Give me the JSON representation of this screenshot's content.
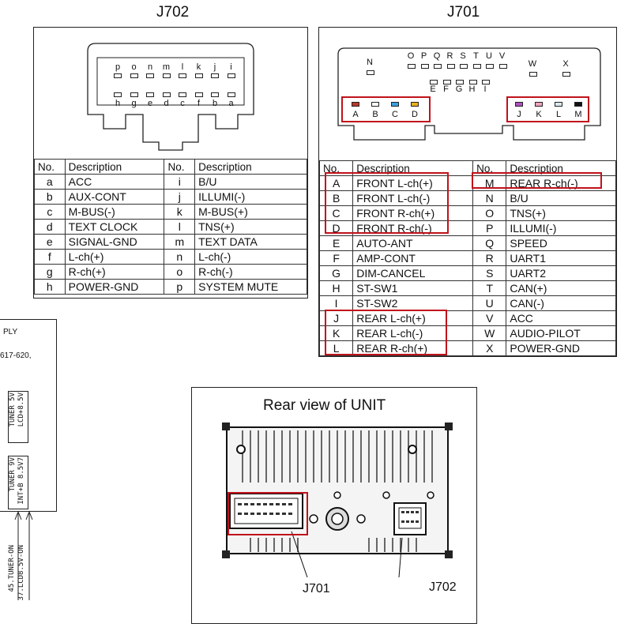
{
  "j702": {
    "title": "J702",
    "pins_top": [
      "p",
      "o",
      "n",
      "m",
      "l",
      "k",
      "j",
      "i"
    ],
    "pins_bottom": [
      "h",
      "g",
      "e",
      "d",
      "c",
      "f",
      "b",
      "a"
    ],
    "headers": [
      "No.",
      "Description",
      "No.",
      "Description"
    ],
    "rows": [
      [
        "a",
        "ACC",
        "i",
        "B/U"
      ],
      [
        "b",
        "AUX-CONT",
        "j",
        "ILLUMI(-)"
      ],
      [
        "c",
        "M-BUS(-)",
        "k",
        "M-BUS(+)"
      ],
      [
        "d",
        "TEXT CLOCK",
        "l",
        "TNS(+)"
      ],
      [
        "e",
        "SIGNAL-GND",
        "m",
        "TEXT DATA"
      ],
      [
        "f",
        "L-ch(+)",
        "n",
        "L-ch(-)"
      ],
      [
        "g",
        "R-ch(+)",
        "o",
        "R-ch(-)"
      ],
      [
        "h",
        "POWER-GND",
        "p",
        "SYSTEM MUTE"
      ]
    ]
  },
  "j701": {
    "title": "J701",
    "pins_top_single": [
      "N",
      "W",
      "X"
    ],
    "pins_top_row": [
      "O",
      "P",
      "Q",
      "R",
      "S",
      "T",
      "U",
      "V"
    ],
    "pins_mid": [
      "E",
      "F",
      "G",
      "H",
      "I"
    ],
    "pins_left": [
      "A",
      "B",
      "C",
      "D"
    ],
    "pins_right": [
      "J",
      "K",
      "L",
      "M"
    ],
    "wire_colors_left": [
      "#b53a2a",
      "#ffffff",
      "#3aa0e0",
      "#e8b020"
    ],
    "wire_colors_right": [
      "#b050c0",
      "#f0a0c0",
      "#d8e8f0",
      "#111111"
    ],
    "headers": [
      "No.",
      "Description",
      "No.",
      "Description"
    ],
    "rows": [
      [
        "A",
        "FRONT L-ch(+)",
        "M",
        "REAR R-ch(-)"
      ],
      [
        "B",
        "FRONT L-ch(-)",
        "N",
        "B/U"
      ],
      [
        "C",
        "FRONT R-ch(+)",
        "O",
        "TNS(+)"
      ],
      [
        "D",
        "FRONT R-ch(-)",
        "P",
        "ILLUMI(-)"
      ],
      [
        "E",
        "AUTO-ANT",
        "Q",
        "SPEED"
      ],
      [
        "F",
        "AMP-CONT",
        "R",
        "UART1"
      ],
      [
        "G",
        "DIM-CANCEL",
        "S",
        "UART2"
      ],
      [
        "H",
        "ST-SW1",
        "T",
        "CAN(+)"
      ],
      [
        "I",
        "ST-SW2",
        "U",
        "CAN(-)"
      ],
      [
        "J",
        "REAR L-ch(+)",
        "V",
        "ACC"
      ],
      [
        "K",
        "REAR L-ch(-)",
        "W",
        "AUDIO-PILOT"
      ],
      [
        "L",
        "REAR R-ch(+)",
        "X",
        "POWER-GND"
      ]
    ]
  },
  "rear_view": {
    "title": "Rear view of UNIT",
    "label_j701": "J701",
    "label_j702": "J702"
  },
  "side_fragment": {
    "line1": "PLY",
    "line2": "617-620,",
    "vert1": "TUNER 5V",
    "vert2": "LCD+8.5V",
    "vert3": "TUNER 9V",
    "vert4": "INT+B 8.5V7",
    "vert5": "45.TUNER-ON",
    "vert6": "37.LCD8.5V-ON"
  },
  "accent_color": "#c0121b"
}
